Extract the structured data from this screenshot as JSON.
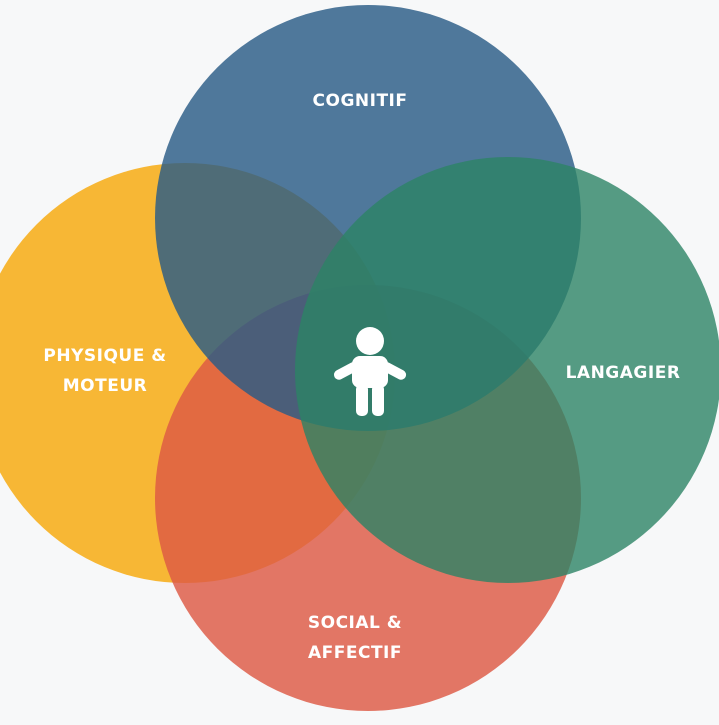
{
  "diagram": {
    "type": "venn",
    "circles": [
      {
        "id": "cognitif",
        "label": "COGNITIF",
        "color": "#2a5b86"
      },
      {
        "id": "langagier",
        "label": "LANGAGIER",
        "color": "#2c8365"
      },
      {
        "id": "physique",
        "label_lines": [
          "PHYSIQUE &",
          "MOTEUR"
        ],
        "color": "#f6b226"
      },
      {
        "id": "social",
        "label_lines": [
          "SOCIAL &",
          "AFFECTIF"
        ],
        "color": "#dd5944"
      }
    ],
    "center_icon": "child-icon"
  },
  "colors": {
    "background": "#f7f8f9",
    "label_text": "#ffffff"
  }
}
